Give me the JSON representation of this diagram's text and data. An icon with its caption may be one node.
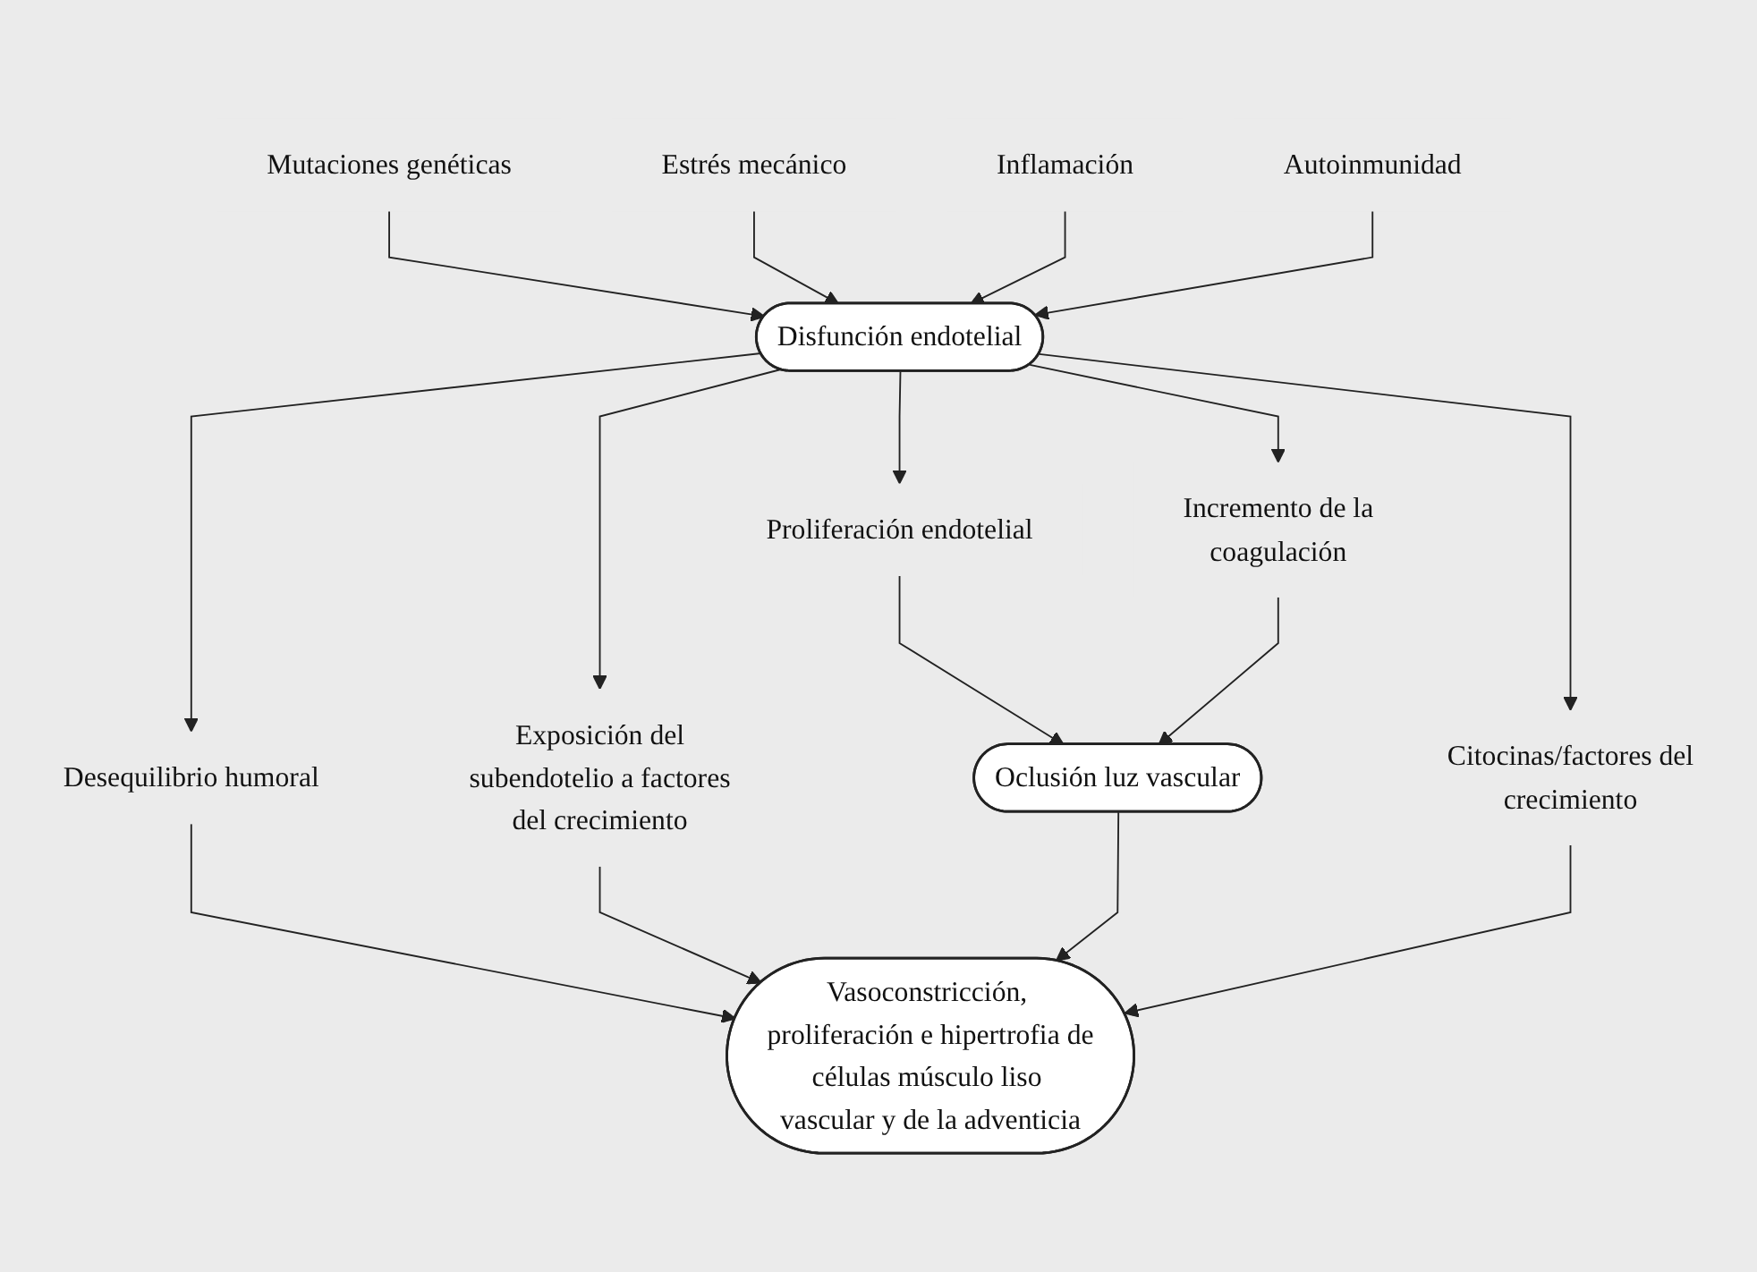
{
  "diagram": {
    "nodes": [
      {
        "text": [
          "Mutaciones genéticas"
        ]
      },
      {
        "text": [
          "Estrés mecánico"
        ]
      },
      {
        "text": [
          "Inflamación"
        ]
      },
      {
        "text": [
          "Autoinmunidad"
        ]
      },
      {
        "text": [
          "Disfunción endotelial"
        ]
      },
      {
        "text": [
          "Desequilibrio humoral"
        ]
      },
      {
        "text": [
          "Exposición del subendotelio a factores del crecimiento"
        ]
      },
      {
        "text": [
          "Proliferación endotelial"
        ]
      },
      {
        "text": [
          "Incremento de la coagulación"
        ]
      },
      {
        "text": [
          "Citocinas/factores del crecimiento"
        ]
      },
      {
        "text": [
          "Oclusión luz vascular"
        ]
      },
      {
        "text": [
          "Vasoconstricción, proliferación e hipertrofia de células músculo liso vascular y de la adventicia"
        ]
      }
    ],
    "edges": [
      {
        "from": 0,
        "to": 4,
        "arrow": "to"
      },
      {
        "from": 1,
        "to": 4,
        "arrow": "to"
      },
      {
        "from": 2,
        "to": 4,
        "arrow": "to"
      },
      {
        "from": 3,
        "to": 4,
        "arrow": "to"
      },
      {
        "from": 4,
        "to": 5,
        "arrow": "to"
      },
      {
        "from": 4,
        "to": 6,
        "arrow": "to"
      },
      {
        "from": 4,
        "to": 7,
        "arrow": "to"
      },
      {
        "from": 4,
        "to": 8,
        "arrow": "to"
      },
      {
        "from": 4,
        "to": 9,
        "arrow": "to"
      },
      {
        "from": 7,
        "to": 10,
        "arrow": "to"
      },
      {
        "from": 8,
        "to": 10,
        "arrow": "to"
      },
      {
        "from": 5,
        "to": 11,
        "arrow": "to"
      },
      {
        "from": 6,
        "to": 11,
        "arrow": "to"
      },
      {
        "from": 10,
        "to": 11,
        "arrow": "to"
      },
      {
        "from": 9,
        "to": 11,
        "arrow": "to"
      }
    ]
  }
}
